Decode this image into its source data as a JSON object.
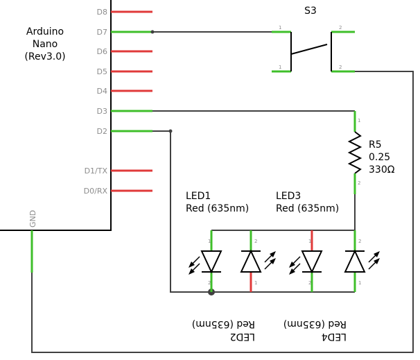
{
  "arduino": {
    "name_line1": "Arduino",
    "name_line2": "Nano",
    "name_line3": "(Rev3.0)",
    "pins": [
      "D8",
      "D7",
      "D6",
      "D5",
      "D4",
      "D3",
      "D2",
      "D1/TX",
      "D0/RX"
    ],
    "gnd_label": "GND"
  },
  "switch": {
    "ref": "S3",
    "pin1": "1",
    "pin2": "2"
  },
  "resistor": {
    "ref": "R5",
    "value": "0.25",
    "resistance": "330Ω",
    "pin1": "1",
    "pin2": "2"
  },
  "leds": [
    {
      "ref": "LED1",
      "color": "Red (635nm)"
    },
    {
      "ref": "LED2",
      "color": "Red (635nm)"
    },
    {
      "ref": "LED3",
      "color": "Red (635nm)"
    },
    {
      "ref": "LED4",
      "color": "Red (635nm)"
    }
  ],
  "pin_numbers": {
    "one": "1",
    "two": "2"
  },
  "colors": {
    "connected_pin": "#3fbf2a",
    "unconnected_pin": "#e03a3a",
    "wire": "#404040"
  }
}
